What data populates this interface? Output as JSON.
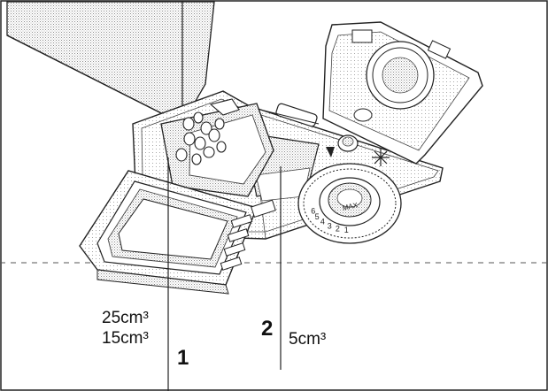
{
  "labels": {
    "volume_large": "25cm³",
    "volume_medium": "15cm³",
    "volume_small": "5cm³",
    "callout_1": "1",
    "callout_2": "2"
  },
  "dial_scale": [
    "6",
    "5",
    "4",
    "3",
    "2",
    "1"
  ],
  "dial_cap_text": "MAX",
  "colors": {
    "line": "#222222",
    "dither": "#9a9a9a",
    "paper": "#ffffff"
  }
}
